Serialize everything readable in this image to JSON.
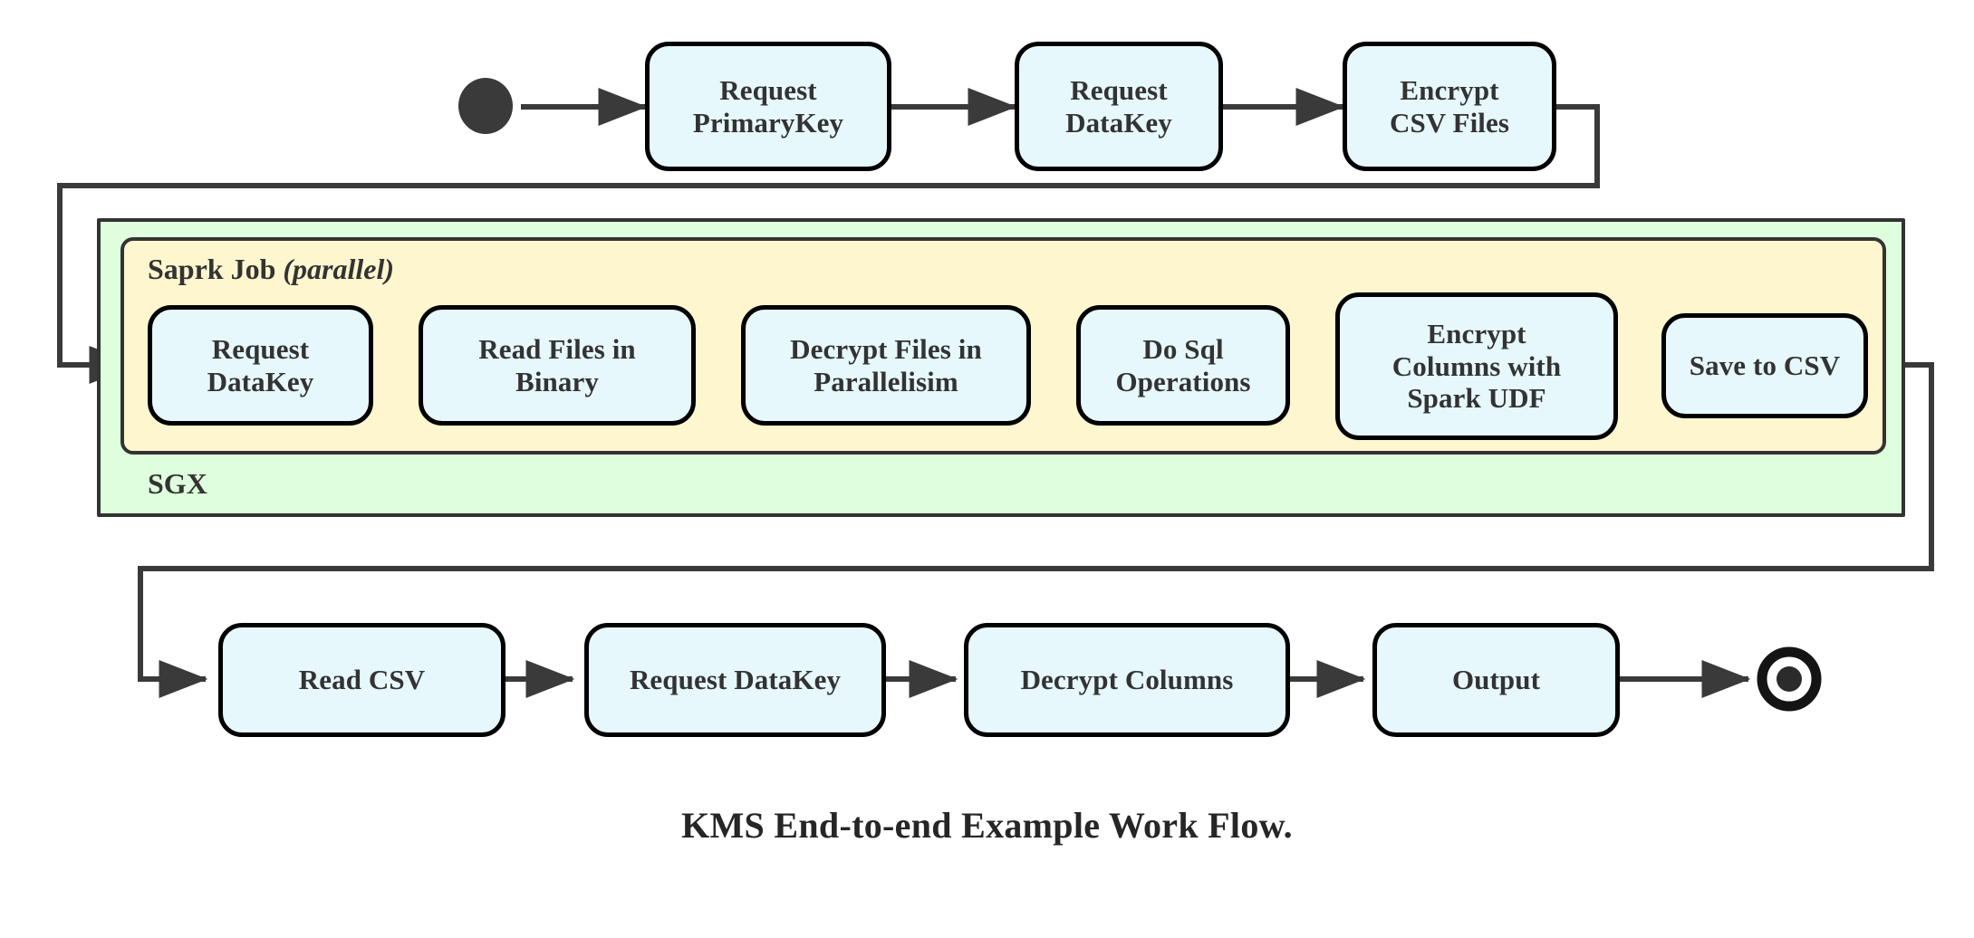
{
  "caption": "KMS End-to-end Example Work Flow.",
  "colors": {
    "node_fill": "#e6f8fc",
    "node_border": "#000000",
    "sgx_fill": "#defedd",
    "spark_fill": "#fdf6ce",
    "group_border": "#333333",
    "connector": "#3a3a3a",
    "text": "#333333"
  },
  "groups": {
    "sgx": {
      "label": "SGX"
    },
    "spark": {
      "label_bold": "Saprk Job",
      "label_italic": "(parallel)"
    }
  },
  "markers": {
    "start": "start-node",
    "end": "end-node"
  },
  "nodes": {
    "row_top": [
      {
        "id": "request-primarykey",
        "label": "Request\nPrimaryKey"
      },
      {
        "id": "request-datakey-top",
        "label": "Request\nDataKey"
      },
      {
        "id": "encrypt-csv-files",
        "label": "Encrypt\nCSV Files"
      }
    ],
    "row_spark": [
      {
        "id": "request-datakey-spark",
        "label": "Request\nDataKey"
      },
      {
        "id": "read-files-in-binary",
        "label": "Read Files in\nBinary"
      },
      {
        "id": "decrypt-files-in-parallelisim",
        "label": "Decrypt Files in\nParallelisim"
      },
      {
        "id": "do-sql-operations",
        "label": "Do Sql\nOperations"
      },
      {
        "id": "encrypt-columns-with-spark-udf",
        "label": "Encrypt\nColumns with\nSpark UDF"
      },
      {
        "id": "save-to-csv",
        "label": "Save to CSV"
      }
    ],
    "row_bottom": [
      {
        "id": "read-csv",
        "label": "Read CSV"
      },
      {
        "id": "request-datakey-bottom",
        "label": "Request DataKey"
      },
      {
        "id": "decrypt-columns",
        "label": "Decrypt Columns"
      },
      {
        "id": "output",
        "label": "Output"
      }
    ]
  }
}
